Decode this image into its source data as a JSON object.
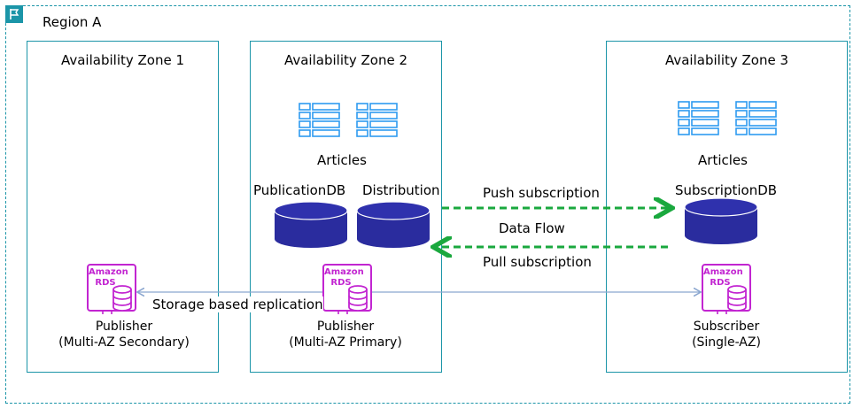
{
  "region": {
    "label": "Region A"
  },
  "zones": [
    {
      "title": "Availability Zone 1"
    },
    {
      "title": "Availability Zone 2"
    },
    {
      "title": "Availability Zone 3"
    }
  ],
  "az2": {
    "articles": "Articles",
    "publication_db": "PublicationDB",
    "distribution": "Distribution",
    "publisher_line1": "Publisher",
    "publisher_line2": "(Multi-AZ Primary)"
  },
  "az1": {
    "publisher_line1": "Publisher",
    "publisher_line2": "(Multi-AZ Secondary)"
  },
  "az3": {
    "articles": "Articles",
    "subscription_db": "SubscriptionDB",
    "subscriber_line1": "Subscriber",
    "subscriber_line2": "(Single-AZ)"
  },
  "flows": {
    "push": "Push subscription",
    "data": "Data Flow",
    "pull": "Pull subscription",
    "replication": "Storage based replication"
  },
  "rds": {
    "line1": "Amazon",
    "line2": "RDS"
  },
  "colors": {
    "border": "#1b95a8",
    "table_icon": "#2e9bf0",
    "db": "#2a2c9e",
    "rds": "#c225d1",
    "flow": "#1aa83e",
    "replication": "#8aa6cf"
  },
  "icons": [
    "region-flag-icon",
    "table-icon",
    "database-icon",
    "amazon-rds-icon"
  ]
}
